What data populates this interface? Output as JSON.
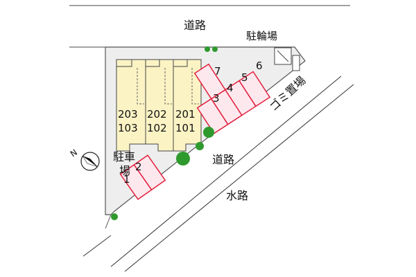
{
  "labels": {
    "road_top": "道路",
    "road_diagonal": "道路",
    "waterway": "水路",
    "bicycle_parking": "駐輪場",
    "garbage_area": "ゴミ置場",
    "parking_line1": "駐車",
    "parking_line2": "場"
  },
  "units": {
    "left": {
      "upper": "203",
      "lower": "103"
    },
    "middle": {
      "upper": "202",
      "lower": "102"
    },
    "right": {
      "upper": "201",
      "lower": "101"
    }
  },
  "parking_spaces": [
    "1",
    "2",
    "3",
    "4",
    "5",
    "6",
    "7"
  ],
  "compass": {
    "symbol": "N"
  },
  "colors": {
    "building_fill": "#fbf3c4",
    "parking_stroke": "#e3203d",
    "parking_fill": "#fde8ee",
    "lot_fill": "#efefef",
    "tree_fill": "#2e9a2e"
  }
}
